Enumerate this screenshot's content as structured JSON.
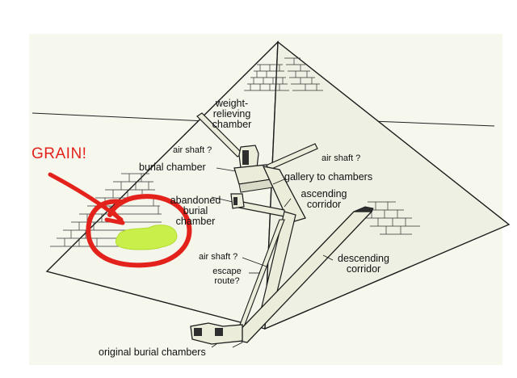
{
  "annotation": {
    "text": "GRAIN!",
    "color": "#e3221b",
    "highlight_color": "#c9f04a"
  },
  "labels": {
    "weight_relieving": "weight-\nrelieving\nchamber",
    "air_shaft_left": "air shaft ?",
    "air_shaft_right": "air shaft ?",
    "burial_chamber": "burial chamber",
    "gallery": "gallery to chambers",
    "abandoned": "abandoned\nburial\nchamber",
    "ascending": "ascending\ncorridor",
    "air_shaft_lower": "air shaft ?",
    "escape": "escape\nroute?",
    "descending": "descending\ncorridor",
    "original": "original burial chambers"
  },
  "colors": {
    "structure_fill": "#ebedda",
    "outline": "#1b1b1b",
    "paper": "#f6f8ee",
    "shadow": "#2e2e2e"
  }
}
